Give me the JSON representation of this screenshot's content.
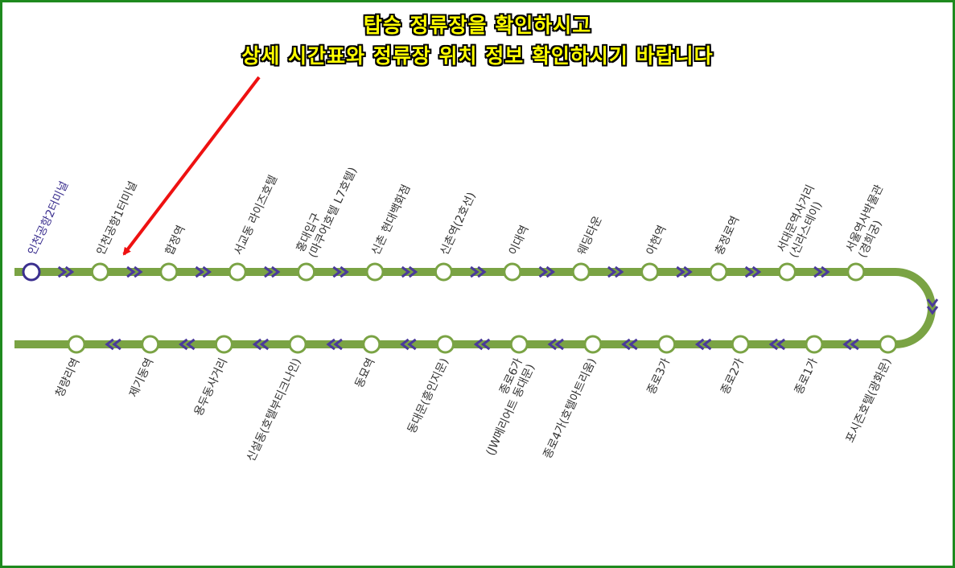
{
  "notice": {
    "line1": "탑승 정류장을 확인하시고",
    "line2": "상세 시간표와 정류장 위치 정보 확인하시기 바랍니다"
  },
  "colors": {
    "route": "#7aa344",
    "arrow": "#4a3a9a",
    "first_stop": "#3b2f8f",
    "pointer": "#ee1111",
    "notice_text": "#ffff00",
    "frame": "#1e8a1e"
  },
  "route": {
    "outbound_stops": [
      {
        "name": "인천공항2터미널"
      },
      {
        "name": "인천공항1터미널"
      },
      {
        "name": "합정역"
      },
      {
        "name": "서교동 라이즈호텔"
      },
      {
        "name": "홍대입구",
        "line2": "(마쿠어호텔 L7호텔)"
      },
      {
        "name": "신촌 현대백화점"
      },
      {
        "name": "신촌역(2호선)"
      },
      {
        "name": "이대역"
      },
      {
        "name": "웨딩타운"
      },
      {
        "name": "아현역"
      },
      {
        "name": "충정로역"
      },
      {
        "name": "서대문역사거리",
        "line2": "(신라스테이)"
      },
      {
        "name": "서울역사박물관",
        "line2": "(경희궁)"
      }
    ],
    "return_stops": [
      {
        "name": "청량리역"
      },
      {
        "name": "제기동역"
      },
      {
        "name": "용두동사거리"
      },
      {
        "name": "신설동(호텔부티크나인)"
      },
      {
        "name": "동묘역"
      },
      {
        "name": "동대문(흥인지문)"
      },
      {
        "name": "종로6가",
        "line2": "(JW메리어트 동대문)"
      },
      {
        "name": "종로4가(호텔아트리움)"
      },
      {
        "name": "종로3가"
      },
      {
        "name": "종로2가"
      },
      {
        "name": "종로1가"
      },
      {
        "name": "포시즌호텔(광화문)"
      }
    ]
  }
}
